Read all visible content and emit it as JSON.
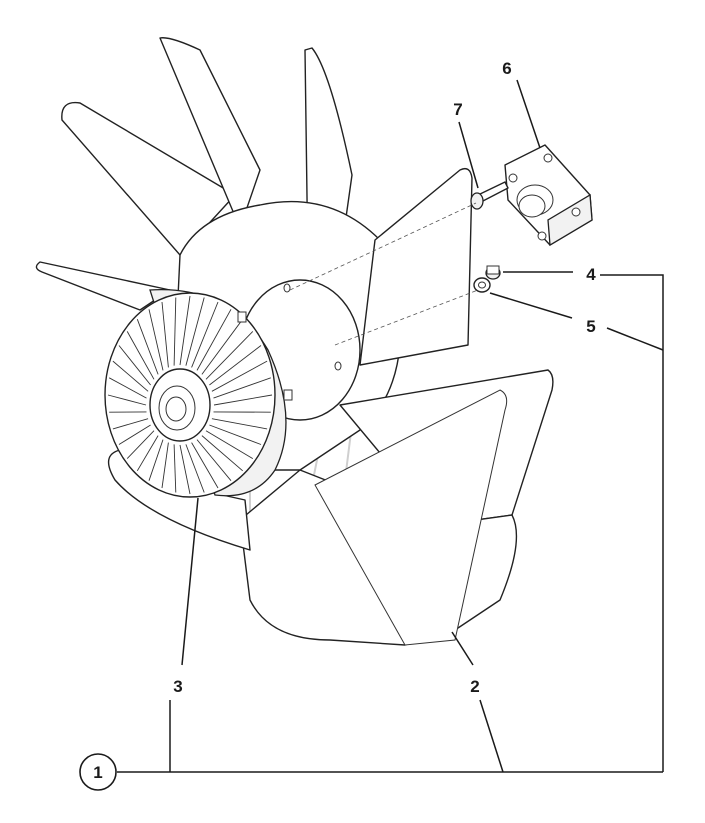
{
  "callouts": {
    "assembly": "1",
    "blade_fan": "2",
    "viscous_clutch": "3",
    "bolt_a": "4",
    "washer": "5",
    "adapter_plate": "6",
    "bolt_b": "7"
  }
}
